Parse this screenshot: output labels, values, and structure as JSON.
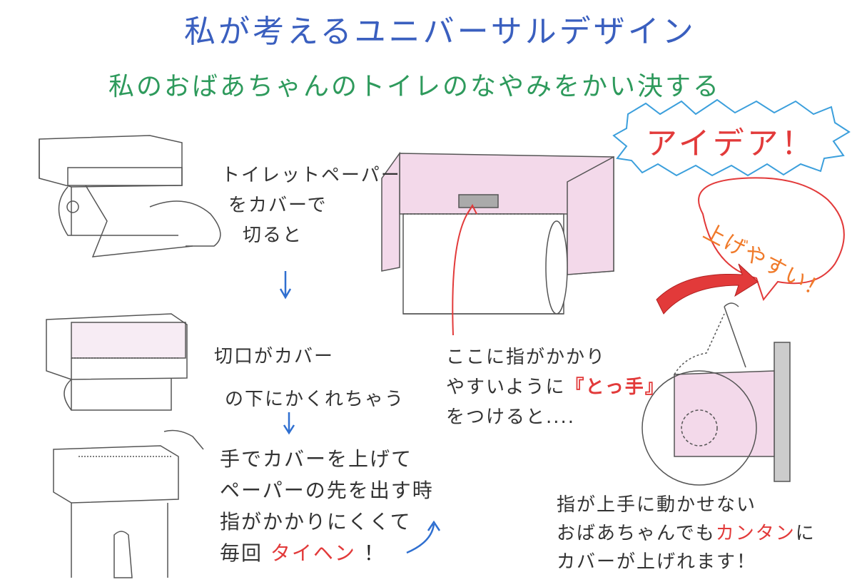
{
  "title": "私が考えるユニバーサルデザイン",
  "subtitle": "私のおばあちゃんのトイレのなやみをかい決する",
  "idea_burst": "アイデア！",
  "step1": {
    "lines": [
      "トイレットペーパー",
      "をカバーで",
      "切ると"
    ]
  },
  "step2": {
    "lines": [
      "切口がカバー",
      "の下にかくれちゃう"
    ]
  },
  "step3": {
    "lines": [
      "手でカバーを上げて",
      "ペーパーの先を出す時",
      "指がかかりにくくて"
    ],
    "last_prefix": "毎回",
    "last_highlight": "タイヘン",
    "last_suffix": "！"
  },
  "center_note": {
    "line1": "ここに指がかかり",
    "line2_prefix": "やすいように",
    "line2_highlight": "『とっ手』",
    "line3": "をつけると...."
  },
  "speech_bubble": "上げやすい！",
  "bottom_note": {
    "line1": "指が上手に動かせない",
    "line2_prefix": "おばあちゃんでも",
    "line2_highlight": "カンタン",
    "line2_suffix": "に",
    "line3": "カバーが上げれます！"
  },
  "colors": {
    "title_blue": "#3a5fbf",
    "subtitle_green": "#2e9a5c",
    "accent_red": "#e23a3a",
    "orange": "#f07a2a",
    "pink": "#f3d9ea",
    "arrow_blue": "#2f6fd0"
  }
}
